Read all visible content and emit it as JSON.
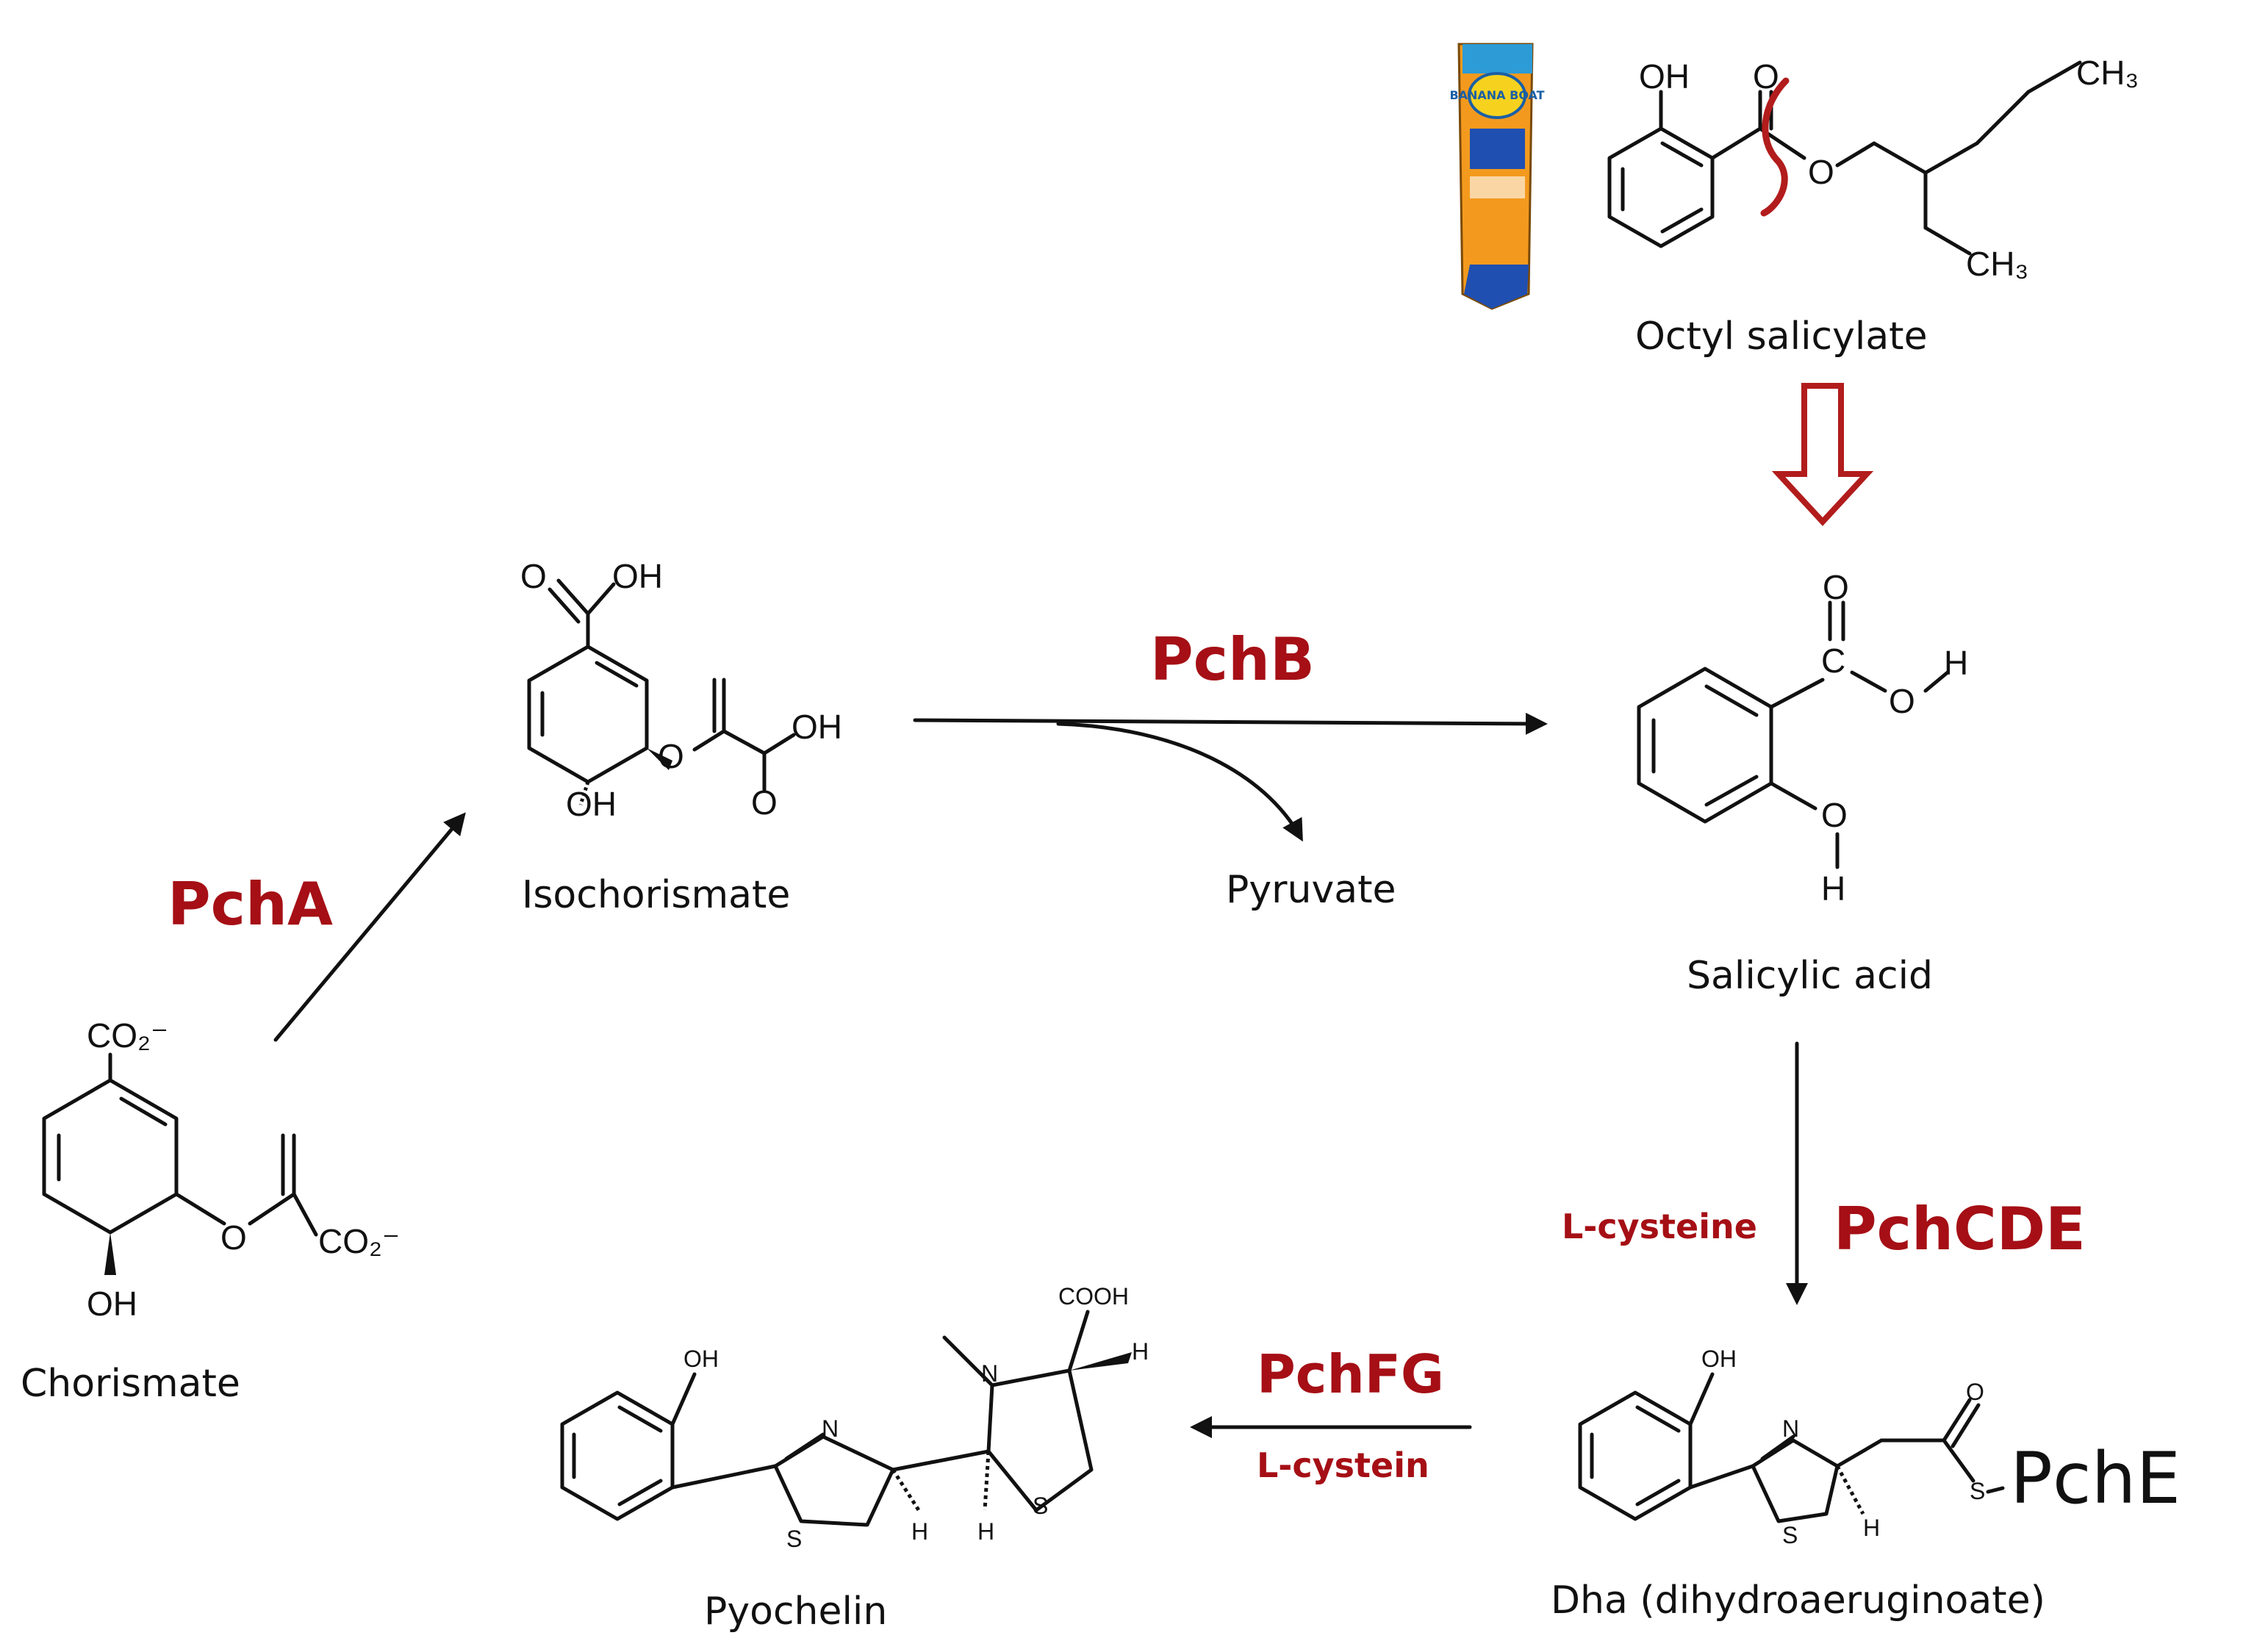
{
  "compounds": {
    "chorismate": "Chorismate",
    "isochorismate": "Isochorismate",
    "pyruvate": "Pyruvate",
    "salicylic_acid": "Salicylic acid",
    "octyl_salicylate": "Octyl salicylate",
    "dha": "Dha (dihydroaeruginoate)",
    "pyochelin": "Pyochelin"
  },
  "enzymes": {
    "pcha": "PchA",
    "pchb": "PchB",
    "pchcde": "PchCDE",
    "pchfg": "PchFG"
  },
  "cofactors": {
    "l_cysteine": "L-cysteine",
    "l_cystein": "L-cystein"
  },
  "atoms": {
    "co2_minus": "CO₂⁻",
    "oh": "OH",
    "o": "O",
    "h": "H",
    "c": "C",
    "ch3": "CH₃",
    "cooh": "COOH",
    "n": "N",
    "s": "S",
    "pche": "PchE"
  },
  "product_logo_text": "BANANA BOAT",
  "colors": {
    "enzyme_red": "#a50f15",
    "arrow_black": "#111111",
    "hollow_arrow_red": "#b21c1c",
    "tube_orange": "#f39a1e",
    "tube_blue": "#1f4fb0"
  }
}
